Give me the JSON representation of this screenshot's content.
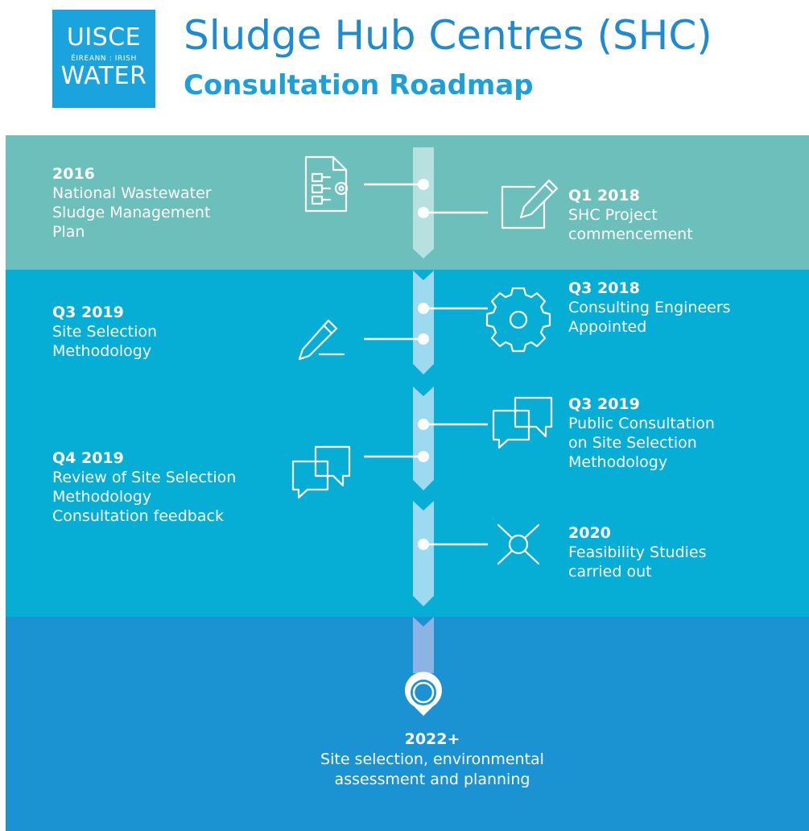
{
  "header": {
    "logo": {
      "line1": "UISCE",
      "line2": "ÉIREANN : IRISH",
      "line3": "WATER"
    },
    "title": "Sludge Hub Centres (SHC)",
    "subtitle": "Consultation Roadmap"
  },
  "colors": {
    "band_1": "#6dbfbc",
    "band_2": "#06aed6",
    "band_3": "#1b92d1",
    "title": "#1d8ad2",
    "logo": "#1aa3dc"
  },
  "milestones": [
    {
      "id": "plan-2016",
      "label": "2016",
      "description": "National Wastewater\nSludge Management\nPlan",
      "side": "left",
      "icon": "process-gear-icon"
    },
    {
      "id": "project-q1-2018",
      "label": "Q1 2018",
      "description": "SHC Project\ncommencement",
      "side": "right",
      "icon": "edit-document-icon"
    },
    {
      "id": "engineers-q3-2018",
      "label": "Q3 2018",
      "description": "Consulting Engineers\nAppointed",
      "side": "right",
      "icon": "gear-icon"
    },
    {
      "id": "methodology-q3-2019",
      "label": "Q3 2019",
      "description": "Site Selection\nMethodology",
      "side": "left",
      "icon": "pencil-icon"
    },
    {
      "id": "consultation-q3-2019",
      "label": "Q3 2019",
      "description": "Public Consultation\non Site Selection\nMethodology",
      "side": "right",
      "icon": "speech-bubbles-icon"
    },
    {
      "id": "review-q4-2019",
      "label": "Q4 2019",
      "description": "Review of Site Selection\nMethodology\nConsultation feedback",
      "side": "left",
      "icon": "speech-bubbles-icon"
    },
    {
      "id": "feasibility-2020",
      "label": "2020",
      "description": "Feasibility Studies\ncarried out",
      "side": "right",
      "icon": "crosshair-icon"
    },
    {
      "id": "final-2022",
      "label": "2022+",
      "description": "Site selection, environmental\nassessment and planning",
      "side": "center",
      "icon": "location-pin-icon"
    }
  ]
}
